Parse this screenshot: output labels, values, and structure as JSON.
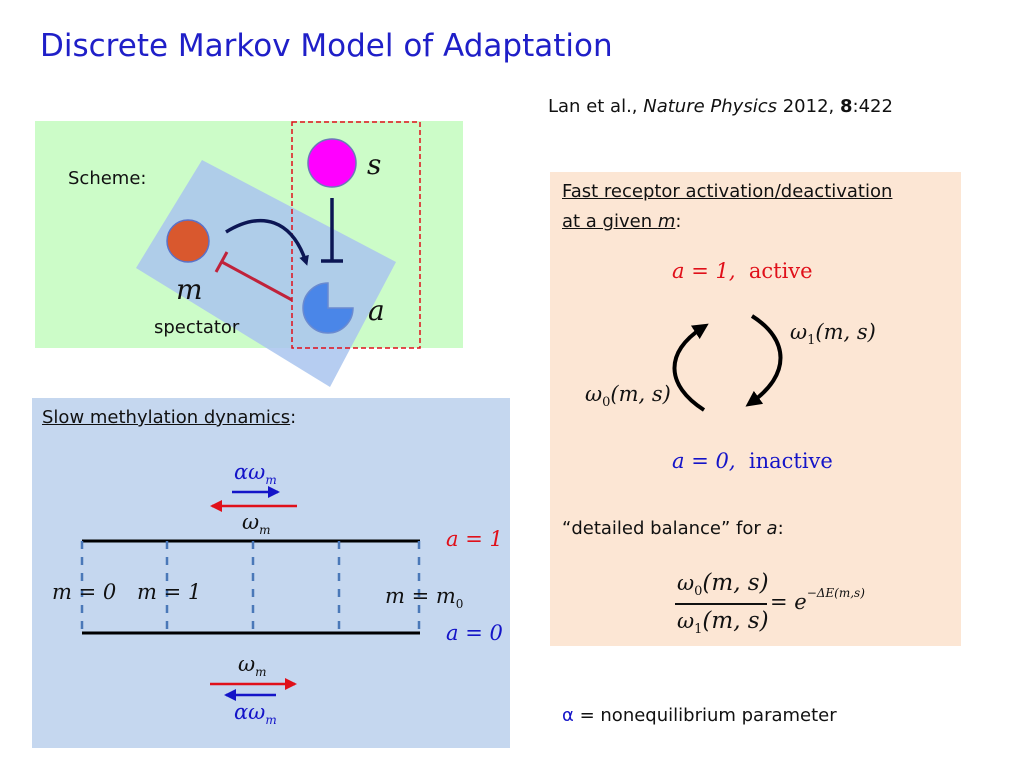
{
  "title": "Discrete Markov Model of Adaptation",
  "citation": {
    "authors": "Lan et al., ",
    "journal": "Nature Physics",
    "year": " 2012, ",
    "volume": "8",
    "pages": ":422"
  },
  "scheme": {
    "label": "Scheme:",
    "s_label": "s",
    "m_label": "m",
    "a_label": "a",
    "spectator_label": "spectator"
  },
  "fast_panel": {
    "heading_line1": "Fast receptor activation/deactivation",
    "heading_line2": "at a given ",
    "heading_var": "m",
    "heading_end": ":",
    "active_eq": "a = 1,",
    "active_word": "active",
    "inactive_eq": "a = 0,",
    "inactive_word": "inactive",
    "omega1": "ω",
    "omega1_sub": "1",
    "omega1_args": "(m, s)",
    "omega0": "ω",
    "omega0_sub": "0",
    "omega0_args": "(m, s)",
    "detailed_balance": "“detailed balance” for ",
    "db_var": "a",
    "db_end": ":",
    "eq_num_omega": "ω",
    "eq_num_sub": "0",
    "eq_num_args": "(m, s)",
    "eq_den_omega": "ω",
    "eq_den_sub": "1",
    "eq_den_args": "(m, s)",
    "eq_rhs": "= e",
    "eq_exp": "−ΔE(m,s)"
  },
  "slow_panel": {
    "heading": "Slow methylation dynamics",
    "heading_end": ":",
    "alpha_omega_top": "αω",
    "alpha_omega_top_sub": "m",
    "omega_top": "ω",
    "omega_top_sub": "m",
    "a1_label": "a = 1",
    "a0_label": "a = 0",
    "m0_label": "m = 0",
    "m1_label": "m = 1",
    "mm0_label": "m = m",
    "mm0_sub": "0",
    "omega_bottom": "ω",
    "omega_bottom_sub": "m",
    "alpha_omega_bottom": "αω",
    "alpha_omega_bottom_sub": "m"
  },
  "footer": {
    "alpha_symbol": "α",
    "text": " = nonequilibrium parameter"
  },
  "colors": {
    "title": "#1f1fc8",
    "red": "#e0101a",
    "blue": "#1414c8",
    "magenta": "#ff00ff",
    "orange_ball": "#d9582e",
    "receptor_blue": "#4a86e8"
  }
}
